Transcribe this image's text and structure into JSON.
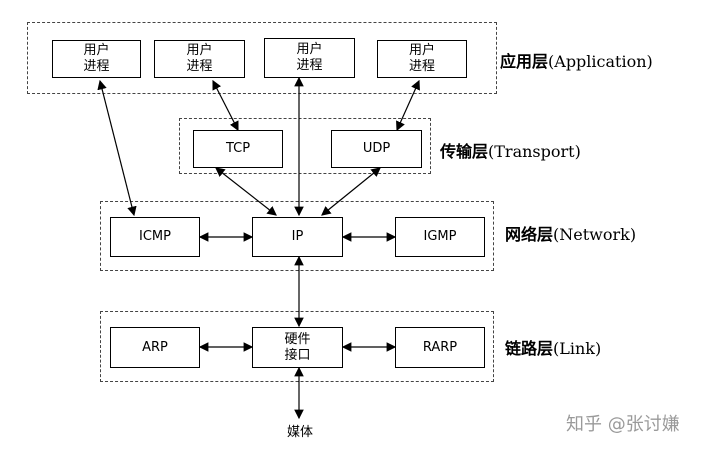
{
  "layers": {
    "application": {
      "cn": "应用层",
      "en": "(Application)"
    },
    "transport": {
      "cn": "传输层",
      "en": "(Transport)"
    },
    "network": {
      "cn": "网络层",
      "en": "(Network)"
    },
    "link": {
      "cn": "链路层",
      "en": "(Link)"
    }
  },
  "nodes": {
    "user1": "用户\n进程",
    "user2": "用户\n进程",
    "user3": "用户\n进程",
    "user4": "用户\n进程",
    "tcp": "TCP",
    "udp": "UDP",
    "icmp": "ICMP",
    "ip": "IP",
    "igmp": "IGMP",
    "arp": "ARP",
    "hw": "硬件\n接口",
    "rarp": "RARP",
    "media": "媒体"
  },
  "watermark": "知乎 @张讨嫌"
}
